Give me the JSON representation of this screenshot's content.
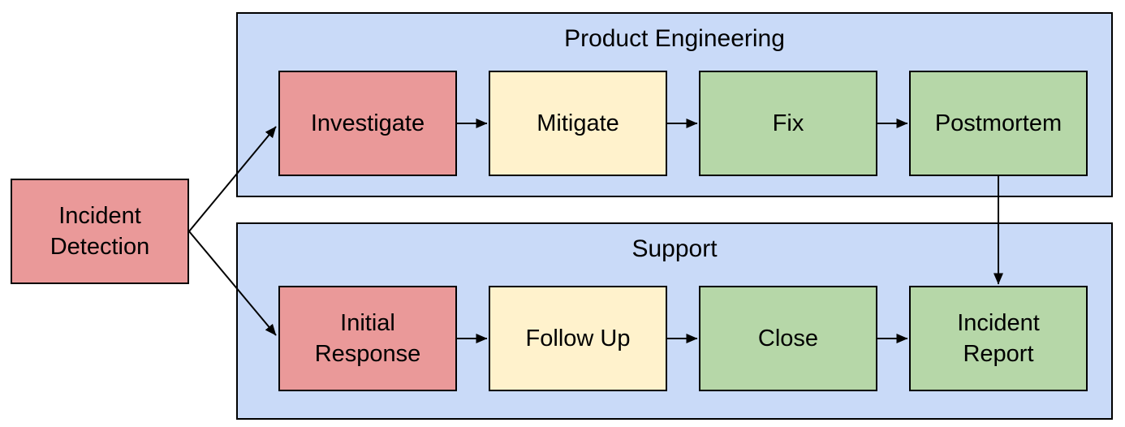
{
  "flowchart": {
    "start": {
      "label": "Incident Detection",
      "color": "#ea9999"
    },
    "lanes": [
      {
        "title": "Product Engineering",
        "fill": "#c9daf8",
        "nodes": [
          {
            "label": "Investigate",
            "color": "#ea9999"
          },
          {
            "label": "Mitigate",
            "color": "#fff2cc"
          },
          {
            "label": "Fix",
            "color": "#b6d7a8"
          },
          {
            "label": "Postmortem",
            "color": "#b6d7a8"
          }
        ]
      },
      {
        "title": "Support",
        "fill": "#c9daf8",
        "nodes": [
          {
            "label": "Initial Response",
            "color": "#ea9999"
          },
          {
            "label": "Follow Up",
            "color": "#fff2cc"
          },
          {
            "label": "Close",
            "color": "#b6d7a8"
          },
          {
            "label": "Incident Report",
            "color": "#b6d7a8"
          }
        ]
      }
    ],
    "edges": [
      {
        "from": "Incident Detection",
        "to": "Investigate"
      },
      {
        "from": "Incident Detection",
        "to": "Initial Response"
      },
      {
        "from": "Investigate",
        "to": "Mitigate"
      },
      {
        "from": "Mitigate",
        "to": "Fix"
      },
      {
        "from": "Fix",
        "to": "Postmortem"
      },
      {
        "from": "Postmortem",
        "to": "Incident Report"
      },
      {
        "from": "Initial Response",
        "to": "Follow Up"
      },
      {
        "from": "Follow Up",
        "to": "Close"
      },
      {
        "from": "Close",
        "to": "Incident Report"
      }
    ],
    "palette": {
      "node-red": "#ea9999",
      "node-yellow": "#fff2cc",
      "node-green": "#b6d7a8",
      "lane-blue": "#c9daf8",
      "stroke": "#000000",
      "background": "#ffffff"
    }
  }
}
